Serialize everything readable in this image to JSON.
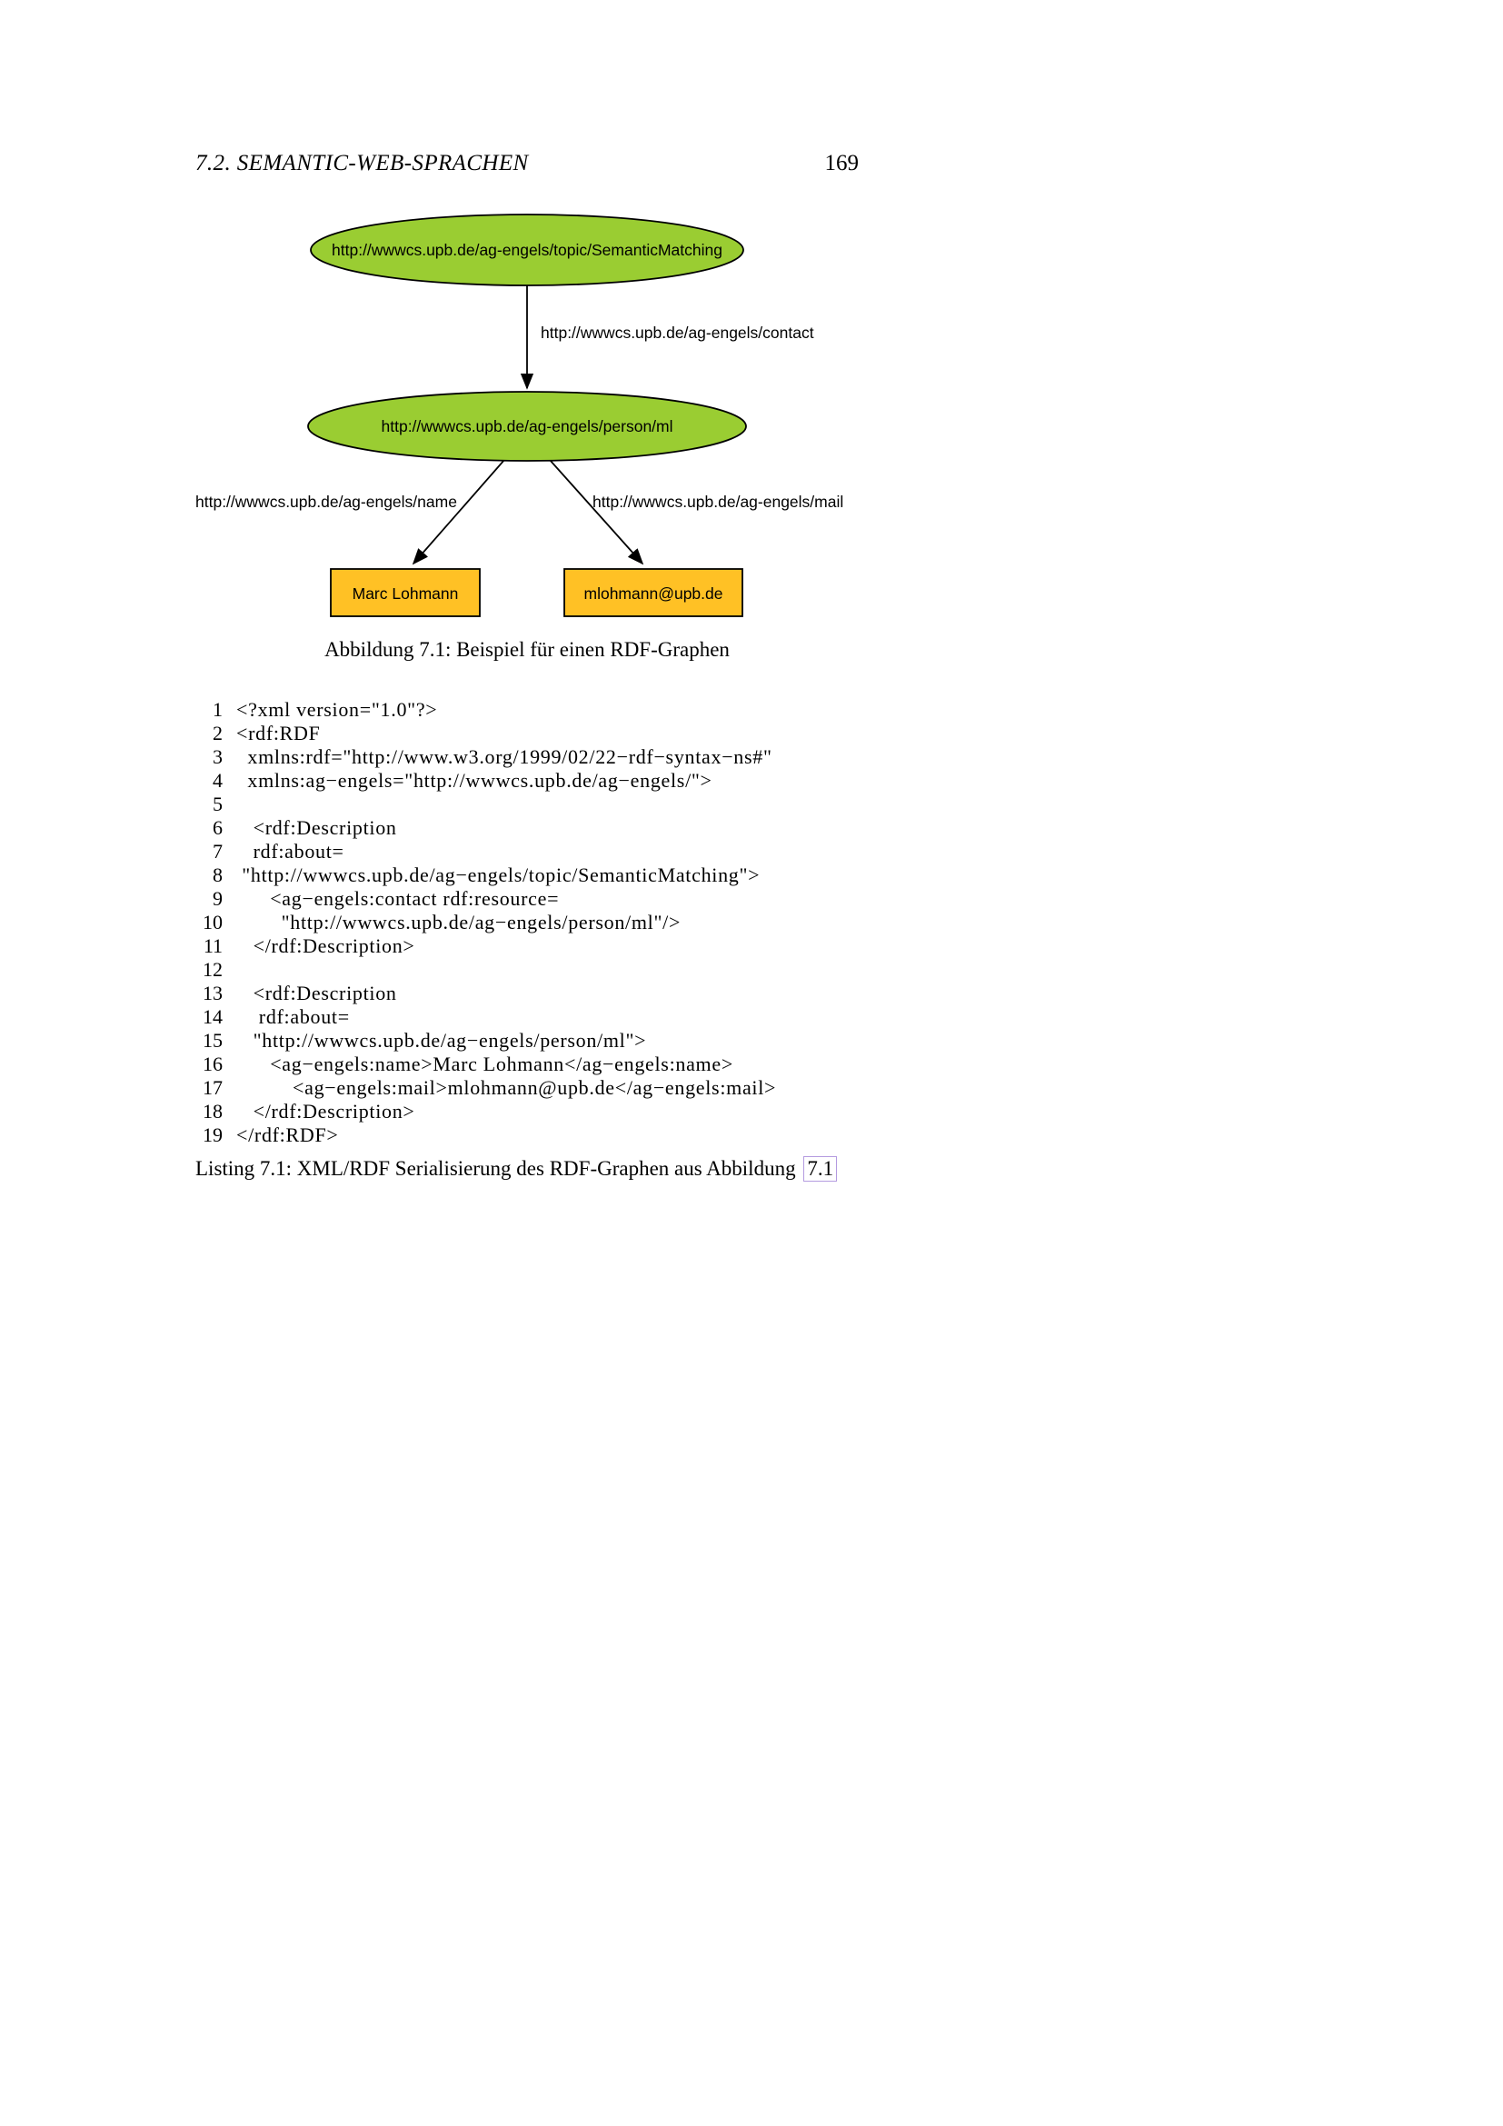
{
  "header": {
    "section_title": "7.2. SEMANTIC-WEB-SPRACHEN",
    "page_number": "169"
  },
  "figure": {
    "caption": "Abbildung 7.1: Beispiel für einen RDF-Graphen",
    "nodes": {
      "topic_uri": "http://wwwcs.upb.de/ag-engels/topic/SemanticMatching",
      "person_uri": "http://wwwcs.upb.de/ag-engels/person/ml",
      "name_literal": "Marc Lohmann",
      "mail_literal": "mlohmann@upb.de"
    },
    "edges": {
      "contact_label": "http://wwwcs.upb.de/ag-engels/contact",
      "name_label": "http://wwwcs.upb.de/ag-engels/name",
      "mail_label": "http://wwwcs.upb.de/ag-engels/mail"
    },
    "colors": {
      "resource_fill": "#9acd32",
      "literal_fill": "#ffc125",
      "stroke": "#000000"
    }
  },
  "listing": {
    "caption_text": "Listing 7.1: XML/RDF Serialisierung des RDF-Graphen aus Abbildung",
    "caption_ref": "7.1",
    "lines": [
      {
        "no": "1",
        "code": "<?xml version=\"1.0\"?>"
      },
      {
        "no": "2",
        "code": "<rdf:RDF"
      },
      {
        "no": "3",
        "code": "  xmlns:rdf=\"http://www.w3.org/1999/02/22−rdf−syntax−ns#\""
      },
      {
        "no": "4",
        "code": "  xmlns:ag−engels=\"http://wwwcs.upb.de/ag−engels/\">"
      },
      {
        "no": "5",
        "code": ""
      },
      {
        "no": "6",
        "code": "   <rdf:Description"
      },
      {
        "no": "7",
        "code": "   rdf:about="
      },
      {
        "no": "8",
        "code": " \"http://wwwcs.upb.de/ag−engels/topic/SemanticMatching\">"
      },
      {
        "no": "9",
        "code": "      <ag−engels:contact rdf:resource="
      },
      {
        "no": "10",
        "code": "        \"http://wwwcs.upb.de/ag−engels/person/ml\"/>"
      },
      {
        "no": "11",
        "code": "   </rdf:Description>"
      },
      {
        "no": "12",
        "code": ""
      },
      {
        "no": "13",
        "code": "   <rdf:Description"
      },
      {
        "no": "14",
        "code": "    rdf:about="
      },
      {
        "no": "15",
        "code": "   \"http://wwwcs.upb.de/ag−engels/person/ml\">"
      },
      {
        "no": "16",
        "code": "      <ag−engels:name>Marc Lohmann</ag−engels:name>"
      },
      {
        "no": "17",
        "code": "          <ag−engels:mail>mlohmann@upb.de</ag−engels:mail>"
      },
      {
        "no": "18",
        "code": "   </rdf:Description>"
      },
      {
        "no": "19",
        "code": "</rdf:RDF>"
      }
    ]
  }
}
